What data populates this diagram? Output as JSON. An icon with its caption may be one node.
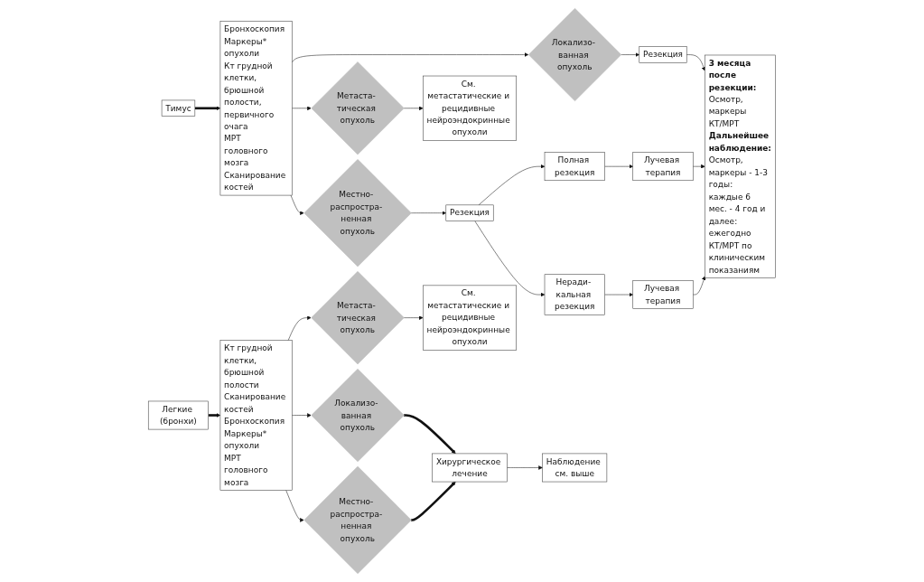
{
  "diagram": {
    "nodes": [
      {
        "text": [
          "Тимус"
        ]
      },
      {
        "text": [
          "Бронхоскопия",
          "Маркеры* опухоли",
          "Кт грудной клетки, брюшной полости, первичного очага",
          "МРТ головного мозга",
          "Сканирование костей"
        ]
      },
      {
        "text": [
          "Локализо- ванная опухоль"
        ]
      },
      {
        "text": [
          "Местно- распростра- ненная опухоль"
        ]
      },
      {
        "text": [
          "Метаста- тическая опухоль"
        ]
      },
      {
        "text": [
          "Резекция"
        ]
      },
      {
        "text": [
          "Резекция"
        ]
      },
      {
        "text": [
          "Полная резекция"
        ]
      },
      {
        "text": [
          "Лучевая терапия"
        ]
      },
      {
        "text": [
          "Неради- кальная резекция"
        ]
      },
      {
        "text": [
          "Лучевая терапия"
        ]
      },
      {
        "text": [
          "3 месяца после резекции:",
          "Осмотр, маркеры",
          "КТ/МРТ",
          "Дальнейшее наблюдение:",
          "Осмотр, маркеры - 1-3 годы: каждые 6 мес. - 4 год и далее: ежегодно",
          "КТ/МРТ по клиническим показаниям"
        ]
      },
      {
        "text": [
          "См. метастатические и рецидивные нейроэндокринные опухоли"
        ]
      },
      {
        "text": [
          "Легкие (бронхи)"
        ]
      },
      {
        "text": [
          "Кт грудной клетки, брюшной полости",
          "Сканирование костей",
          "Бронхоскопия",
          "Маркеры* опухоли",
          "МРТ головного мозга"
        ]
      },
      {
        "text": [
          "Локализо- ванная опухоль"
        ]
      },
      {
        "text": [
          "Местно- распростра- ненная опухоль"
        ]
      },
      {
        "text": [
          "Метаста- тическая опухоль"
        ]
      },
      {
        "text": [
          "Хирургическое лечение"
        ]
      },
      {
        "text": [
          "Наблюдение см. выше"
        ]
      },
      {
        "text": [
          "См. метастатические и рецидивные нейроэндокринные опухоли"
        ]
      }
    ],
    "edges": [
      {
        "from": 0,
        "to": 1,
        "arrow": "to",
        "style": "thick"
      },
      {
        "from": 1,
        "to": 2,
        "arrow": "to"
      },
      {
        "from": 1,
        "to": 3,
        "arrow": "to"
      },
      {
        "from": 1,
        "to": 4,
        "arrow": "to"
      },
      {
        "from": 2,
        "to": 5,
        "arrow": "to"
      },
      {
        "from": 5,
        "to": 11,
        "arrow": "to"
      },
      {
        "from": 3,
        "to": 6,
        "arrow": "to"
      },
      {
        "from": 6,
        "to": 7,
        "arrow": "to"
      },
      {
        "from": 6,
        "to": 9,
        "arrow": "to"
      },
      {
        "from": 7,
        "to": 8,
        "arrow": "to"
      },
      {
        "from": 9,
        "to": 10,
        "arrow": "to"
      },
      {
        "from": 8,
        "to": 11,
        "arrow": "to"
      },
      {
        "from": 10,
        "to": 11,
        "arrow": "to"
      },
      {
        "from": 4,
        "to": 12,
        "arrow": "to"
      },
      {
        "from": 13,
        "to": 14,
        "arrow": "to",
        "style": "thick"
      },
      {
        "from": 14,
        "to": 15,
        "arrow": "to"
      },
      {
        "from": 14,
        "to": 16,
        "arrow": "to"
      },
      {
        "from": 14,
        "to": 17,
        "arrow": "to"
      },
      {
        "from": 15,
        "to": 18,
        "arrow": "to",
        "style": "thick"
      },
      {
        "from": 16,
        "to": 18,
        "arrow": "to",
        "style": "thick"
      },
      {
        "from": 18,
        "to": 19,
        "arrow": "to"
      },
      {
        "from": 17,
        "to": 20,
        "arrow": "to"
      }
    ]
  }
}
